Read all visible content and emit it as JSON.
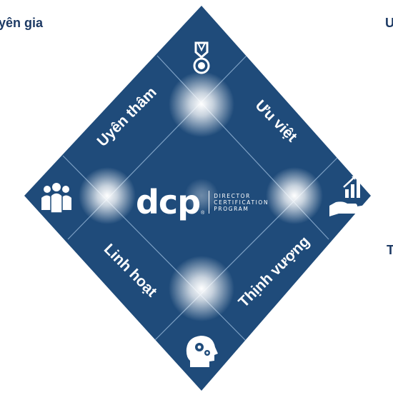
{
  "left_heading": "yên gia",
  "right_letter_top": "U",
  "right_letter_mid": "T",
  "quadrants": {
    "top_left": "Uyên thâm",
    "top_right": "Ưu việt",
    "bottom_left": "Linh hoạt",
    "bottom_right": "Thịnh vượng"
  },
  "logo": {
    "wordmark": "dcp",
    "reg_mark": "®",
    "line1": "DIRECTOR",
    "line2": "CERTIFICATION",
    "line3": "PROGRAM"
  },
  "icons": {
    "top": "medal-icon",
    "left": "team-icon",
    "right": "growth-hand-icon",
    "bottom": "mind-gears-icon"
  },
  "colors": {
    "diamond": "#1f4b7a",
    "glow": "#ffffff",
    "heading": "#1d3a64"
  }
}
